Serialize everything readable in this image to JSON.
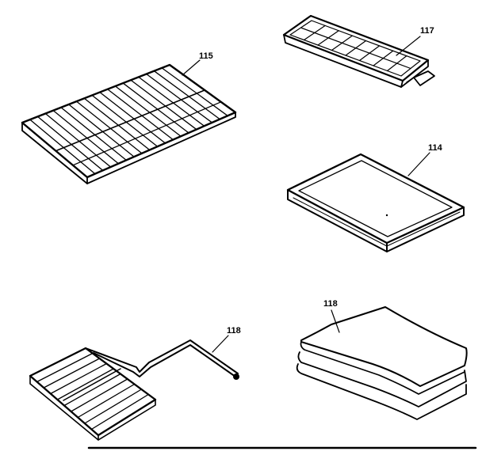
{
  "parts": {
    "shelf_rack": {
      "number": "115"
    },
    "ice_tray": {
      "number": "117"
    },
    "drip_pan": {
      "number": "114"
    },
    "oven_rack": {
      "number": "118"
    },
    "liners": {
      "number": "118"
    }
  }
}
